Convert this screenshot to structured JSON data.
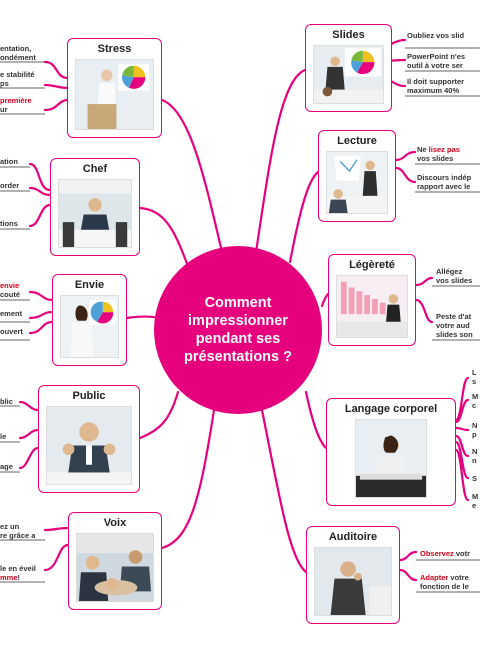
{
  "center": {
    "title": "Comment impressionner pendant ses présentations ?"
  },
  "colors": {
    "accent": "#e6007e",
    "highlight": "#d4001a"
  },
  "branches": {
    "stress": {
      "title": "Stress",
      "photo": "speaker-presenting-pie-chart",
      "leaves": [
        {
          "lines": [
            "entation,",
            "ondément"
          ]
        },
        {
          "lines": [
            "e stabilité",
            "ps"
          ]
        },
        {
          "pre": "",
          "hl": "première",
          "post": "",
          "line2": "ur"
        }
      ]
    },
    "chef": {
      "title": "Chef",
      "photo": "man-at-conference-table",
      "leaves": [
        {
          "lines": [
            "ation"
          ]
        },
        {
          "lines": [
            "order"
          ]
        },
        {
          "lines": [
            "tions"
          ]
        }
      ]
    },
    "envie": {
      "title": "Envie",
      "photo": "woman-presenting-chart",
      "leaves": [
        {
          "hl": "envie",
          "line2": "couté"
        },
        {
          "lines": [
            "ement"
          ]
        },
        {
          "lines": [
            "ouvert"
          ]
        }
      ]
    },
    "public": {
      "title": "Public",
      "photo": "man-thumbs-up",
      "leaves": [
        {
          "lines": [
            "blic"
          ]
        },
        {
          "lines": [
            "le"
          ]
        },
        {
          "lines": [
            "age"
          ]
        }
      ]
    },
    "voix": {
      "title": "Voix",
      "photo": "audience-sleeping",
      "leaves": [
        {
          "lines": [
            "ez un",
            "re grâce a"
          ]
        },
        {
          "pre": "le en éveil",
          "line2_hl": "mme",
          "line2_post": "!"
        }
      ]
    },
    "slides": {
      "title": "Slides",
      "photo": "speaker-with-pie-chart-slide",
      "leaves": [
        {
          "lines": [
            "Oubliez vos slid"
          ]
        },
        {
          "lines": [
            "PowerPoint n'es",
            "outil à votre ser"
          ]
        },
        {
          "lines": [
            "Il doit supporter",
            "maximum 40%"
          ]
        }
      ]
    },
    "lecture": {
      "title": "Lecture",
      "photo": "woman-pointing-at-slide",
      "leaves": [
        {
          "pre": "Ne ",
          "hl": "lisez pas",
          "line2": "vos slides"
        },
        {
          "lines": [
            "Discours indép",
            "rapport avec le"
          ]
        }
      ]
    },
    "legerete": {
      "title": "Légèreté",
      "photo": "presenter-with-bar-chart",
      "leaves": [
        {
          "lines": [
            "Allégez",
            "vos slides"
          ]
        },
        {
          "lines": [
            "Peste d'at",
            "votre aud",
            "slides son"
          ]
        }
      ]
    },
    "langage": {
      "title": "Langage corporel",
      "photo": "woman-speaking-at-table",
      "leaves": [
        {
          "lines": [
            "L",
            "s"
          ]
        },
        {
          "lines": [
            "M",
            "c"
          ]
        },
        {
          "lines": [
            "N",
            "p"
          ]
        },
        {
          "lines": [
            "N",
            "n"
          ]
        },
        {
          "lines": [
            "S"
          ]
        },
        {
          "lines": [
            "M",
            "e"
          ]
        }
      ]
    },
    "auditoire": {
      "title": "Auditoire",
      "photo": "man-thinking-in-meeting",
      "leaves": [
        {
          "hl": "Observez",
          "post": " votr"
        },
        {
          "hl": "Adapter",
          "post": " votre",
          "line2": "fonction de le"
        }
      ]
    }
  }
}
